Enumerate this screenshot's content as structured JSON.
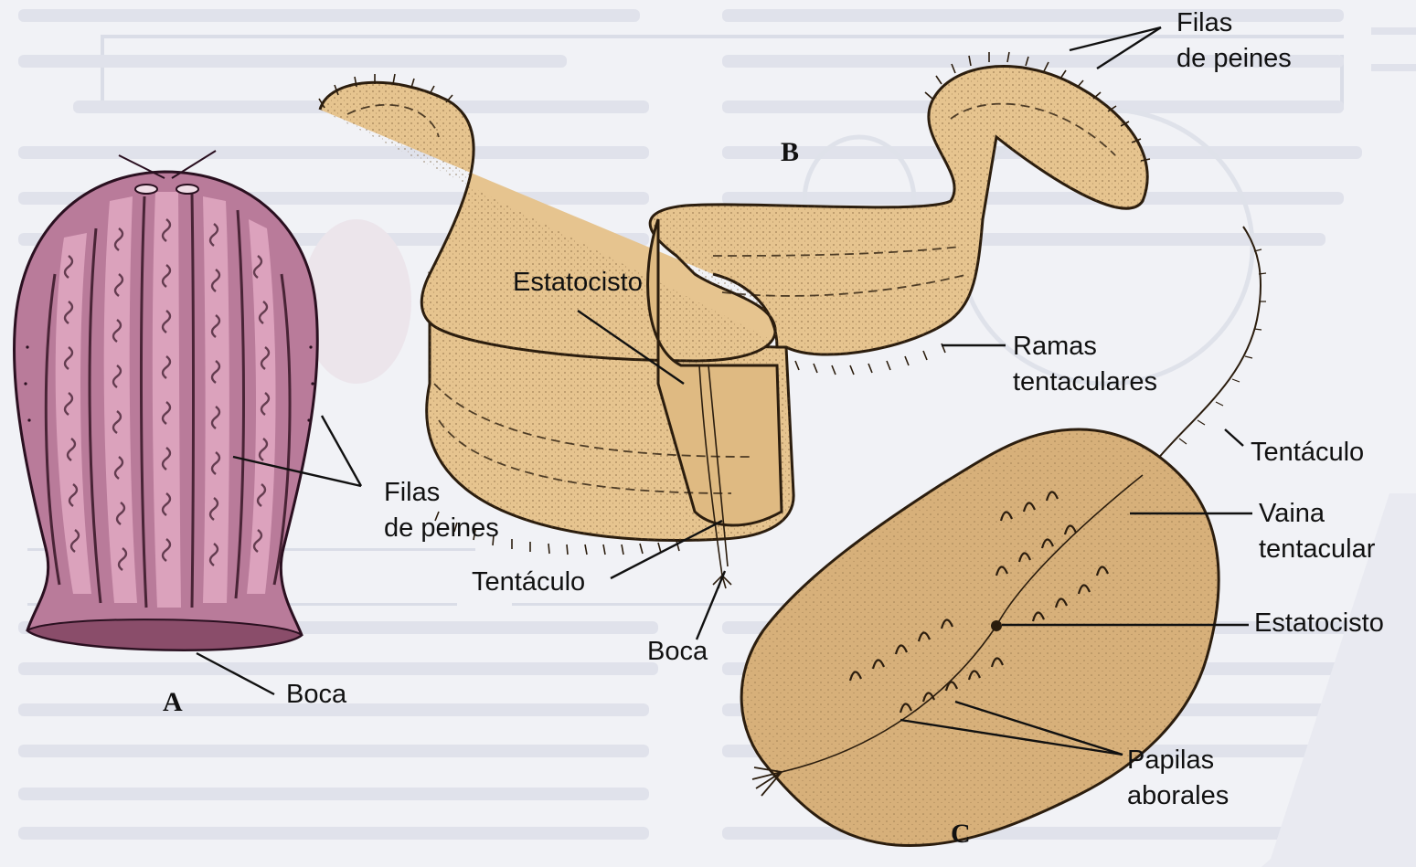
{
  "colors": {
    "background": "#f1f2f6",
    "ghost_text": "#c7cad6",
    "body_a_fill": "#b97b9a",
    "body_a_stripe": "#e2a9c3",
    "body_a_dark": "#3d1b2c",
    "body_b_fill": "#e6c48f",
    "body_b_dark": "#6b4f2a",
    "body_c_fill": "#d7b07a",
    "line": "#111111"
  },
  "figures": {
    "a": {
      "letter": "A",
      "labels": {
        "filas_de_peines": "Filas\nde peines",
        "boca": "Boca"
      }
    },
    "b": {
      "letter": "B",
      "labels": {
        "filas_de_peines": "Filas\nde peines",
        "estatocisto": "Estatocisto",
        "ramas_tentaculares": "Ramas\ntentaculares",
        "tentaculo": "Tentáculo",
        "boca": "Boca"
      }
    },
    "c": {
      "letter": "C",
      "labels": {
        "tentaculo": "Tentáculo",
        "vaina_tentacular": "Vaina\ntentacular",
        "estatocisto": "Estatocisto",
        "papilas_aborales": "Papilas\naborales"
      }
    }
  }
}
